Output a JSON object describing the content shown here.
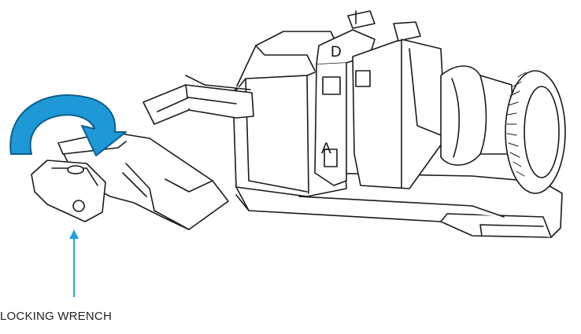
{
  "labels": {
    "callout": "LOCKING WRENCH",
    "jaw_top": "D",
    "jaw_side": "A"
  },
  "colors": {
    "arrow_fill": "#1e98d6",
    "arrow_stroke": "#0e5f8c",
    "leader": "#1aa3e0",
    "line": "#1a1a1a"
  },
  "icons": {
    "rotation": "curved-rotation-arrow-icon",
    "pointer": "up-arrow-icon"
  }
}
